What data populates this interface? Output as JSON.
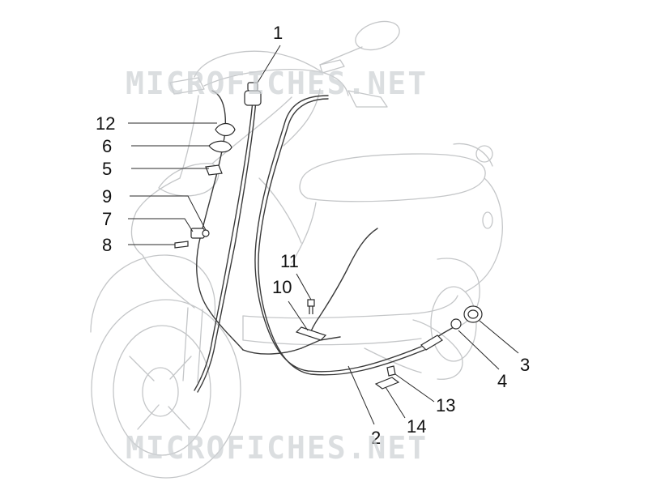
{
  "watermark": {
    "text": "MICROFICHES.NET",
    "color": "#cfd3d6"
  },
  "colors": {
    "outline": "#c4c6c8",
    "cable": "#3a3a3a",
    "leader": "#2a2a2a",
    "label": "#111111"
  },
  "callouts": [
    {
      "id": "1",
      "label": "1"
    },
    {
      "id": "2",
      "label": "2"
    },
    {
      "id": "3",
      "label": "3"
    },
    {
      "id": "4",
      "label": "4"
    },
    {
      "id": "5",
      "label": "5"
    },
    {
      "id": "6",
      "label": "6"
    },
    {
      "id": "7",
      "label": "7"
    },
    {
      "id": "8",
      "label": "8"
    },
    {
      "id": "9",
      "label": "9"
    },
    {
      "id": "10",
      "label": "10"
    },
    {
      "id": "11",
      "label": "11"
    },
    {
      "id": "12",
      "label": "12"
    },
    {
      "id": "13",
      "label": "13"
    },
    {
      "id": "14",
      "label": "14"
    }
  ]
}
